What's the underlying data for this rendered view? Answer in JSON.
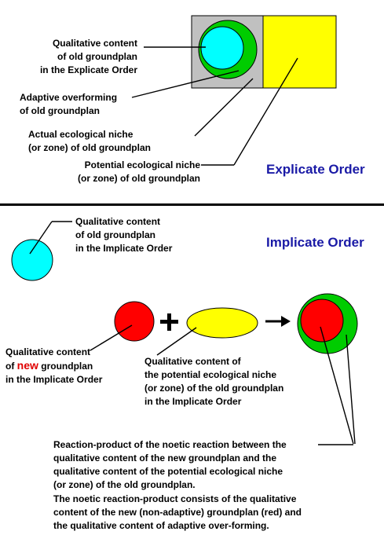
{
  "explicate": {
    "heading": "Explicate Order",
    "labels": {
      "content": [
        "Qualitative content",
        "of old groundplan",
        "in the Explicate Order"
      ],
      "adaptive": [
        "Adaptive overforming",
        "of old groundplan"
      ],
      "actual": [
        "Actual ecological niche",
        "(or zone) of old groundplan"
      ],
      "potential": [
        "Potential ecological niche",
        "(or zone) of old groundplan"
      ]
    }
  },
  "implicate": {
    "heading": "Implicate Order",
    "labels": {
      "old_content": [
        "Qualitative content",
        "of old groundplan",
        "in the Implicate Order"
      ],
      "new_content": {
        "line1": "Qualitative content",
        "line2_prefix": "of",
        "line2_highlight": "new",
        "line2_suffix": "groundplan",
        "line3": "in the Implicate Order"
      },
      "potential_content": [
        "Qualitative content of",
        "the potential ecological niche",
        "(or zone) of the old groundplan",
        "in the Implicate Order"
      ]
    },
    "operators": {
      "plus": "+"
    },
    "reaction_text": [
      "Reaction-product of the noetic reaction between the",
      "qualitative content of the new groundplan and the",
      "qualitative content of the potential ecological niche",
      "(or zone) of the old groundplan."
    ],
    "consists_text": [
      "The noetic reaction-product consists of the qualitative",
      "content of the new (non-adaptive) groundplan (red) and",
      "the qualitative content of adaptive over-forming."
    ]
  },
  "colors": {
    "cyan": "#00ffff",
    "green": "#00cc00",
    "red": "#ff0000",
    "yellow": "#ffff00",
    "gray": "#c0c0c0",
    "heading_blue": "#1a1aa6",
    "new_red": "#e00000"
  }
}
